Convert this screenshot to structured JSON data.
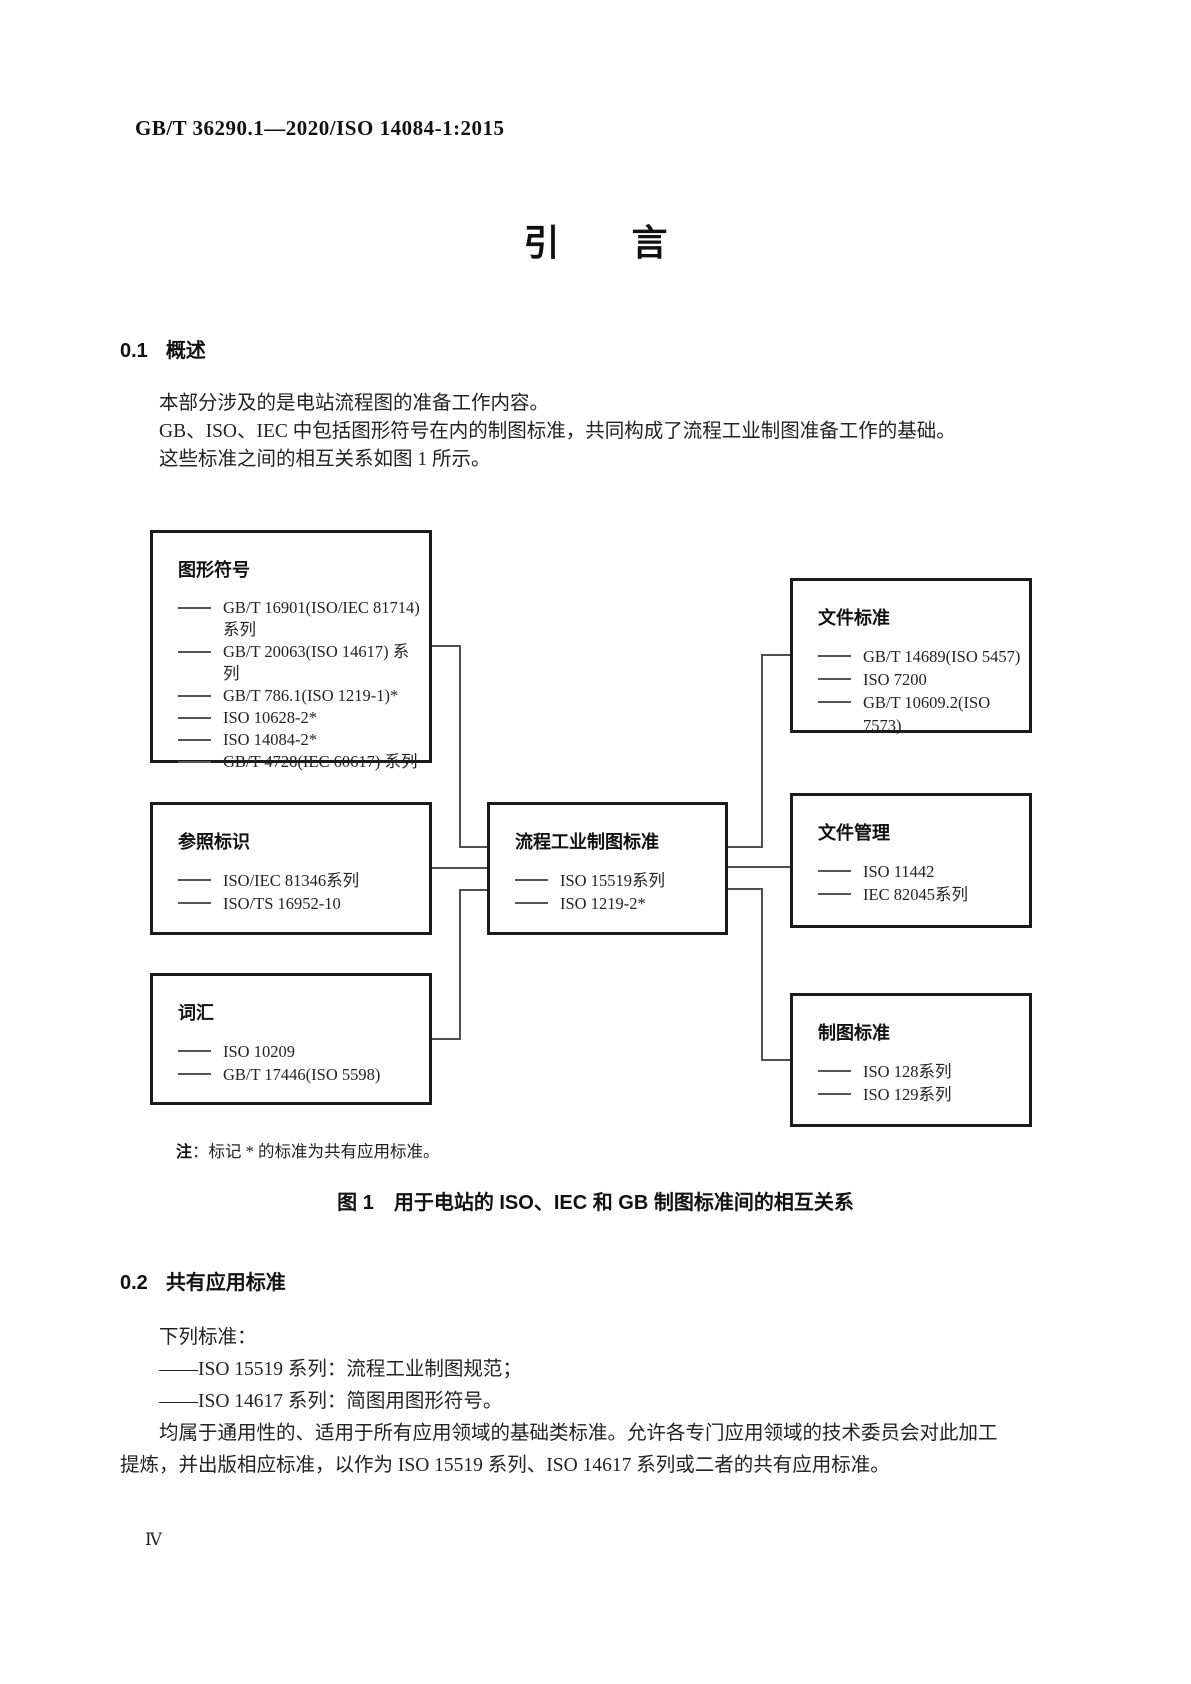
{
  "header": {
    "standard_number": "GB/T 36290.1—2020/ISO 14084-1:2015"
  },
  "title": "引　　言",
  "sections": {
    "s01": {
      "number": "0.1",
      "heading": "概述",
      "paragraphs": [
        "本部分涉及的是电站流程图的准备工作内容。",
        "GB、ISO、IEC 中包括图形符号在内的制图标准，共同构成了流程工业制图准备工作的基础。",
        "这些标准之间的相互关系如图 1 所示。"
      ]
    },
    "s02": {
      "number": "0.2",
      "heading": "共有应用标准",
      "paragraphs": [
        "下列标准：",
        "——ISO 15519 系列：流程工业制图规范；",
        "——ISO 14617 系列：简图用图形符号。",
        "均属于通用性的、适用于所有应用领域的基础类标准。允许各专门应用领域的技术委员会对此加工提炼，并出版相应标准，以作为 ISO 15519 系列、ISO 14617 系列或二者的共有应用标准。"
      ]
    }
  },
  "figure": {
    "note": {
      "label": "注",
      "text": "：标记 * 的标准为共有应用标准。"
    },
    "caption": "图 1　用于电站的 ISO、IEC 和 GB 制图标准间的相互关系",
    "boxes": {
      "graphical_symbols": {
        "title": "图形符号",
        "items": [
          "GB/T 16901(ISO/IEC 81714) 系列",
          "GB/T 20063(ISO 14617) 系列",
          "GB/T 786.1(ISO 1219-1)*",
          "ISO 10628-2*",
          "ISO 14084-2*",
          "GB/T 4728(IEC 60617) 系列"
        ]
      },
      "reference_designation": {
        "title": "参照标识",
        "items": [
          "ISO/IEC 81346系列",
          "ISO/TS 16952-10"
        ]
      },
      "vocabulary": {
        "title": "词汇",
        "items": [
          "ISO 10209",
          "GB/T 17446(ISO 5598)"
        ]
      },
      "process_industry_drawing": {
        "title": "流程工业制图标准",
        "items": [
          "ISO 15519系列",
          "ISO 1219-2*"
        ]
      },
      "document_standards": {
        "title": "文件标准",
        "items": [
          "GB/T 14689(ISO 5457)",
          "ISO 7200",
          "GB/T 10609.2(ISO 7573)"
        ]
      },
      "document_management": {
        "title": "文件管理",
        "items": [
          "ISO 11442",
          "IEC 82045系列"
        ]
      },
      "drawing_standards": {
        "title": "制图标准",
        "items": [
          "ISO 128系列",
          "ISO 129系列"
        ]
      }
    }
  },
  "footer": {
    "page_number": "Ⅳ"
  }
}
